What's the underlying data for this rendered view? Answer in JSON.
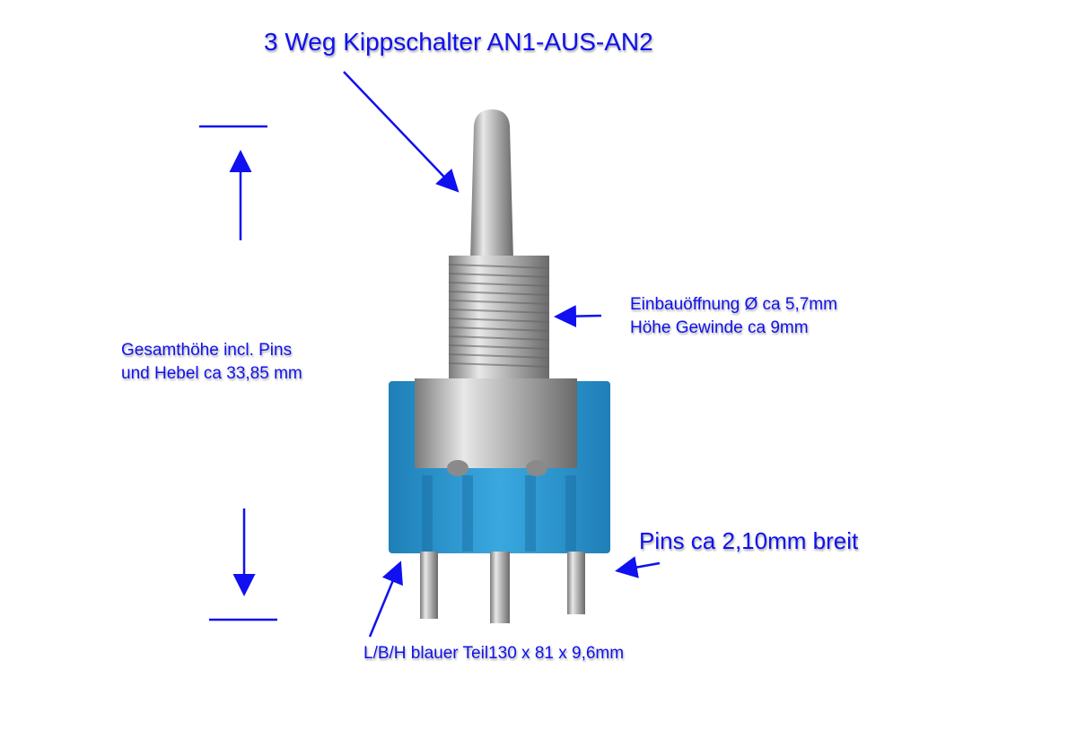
{
  "title": "3 Weg Kippschalter AN1-AUS-AN2",
  "annotations": {
    "total_height_line1": "Gesamthöhe incl. Pins",
    "total_height_line2": "und Hebel ca 33,85 mm",
    "opening_line1": "Einbauöffnung Ø ca 5,7mm",
    "opening_line2": "Höhe Gewinde ca 9mm",
    "pins": "Pins ca 2,10mm breit",
    "dimensions": "L/B/H blauer Teil130 x 81 x 9,6mm"
  },
  "colors": {
    "annotation": "#1010f0",
    "body": "#2e9ad6",
    "metal": "#b8b8b8"
  }
}
